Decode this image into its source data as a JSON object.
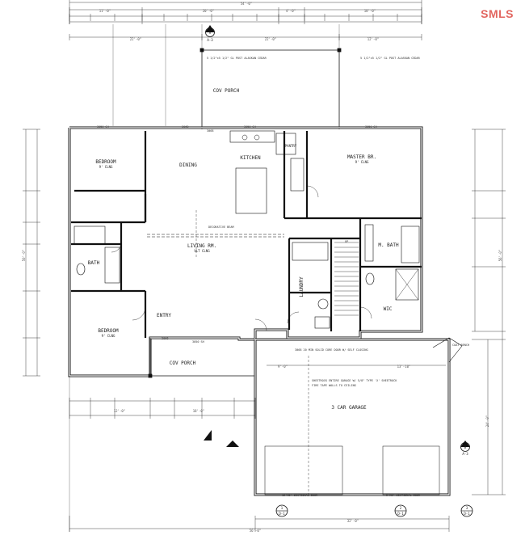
{
  "watermark": "SMLS",
  "rooms": {
    "cov_porch_top": "COV PORCH",
    "kitchen": "KITCHEN",
    "pantry": "PANTRY",
    "dining": "DINING",
    "master_br": "MASTER BR.",
    "master_br_clg": "9' CLNG",
    "bedroom_top": "BEDROOM",
    "bedroom_top_clg": "9' CLNG",
    "bath": "BATH",
    "living_rm": "LIVING RM.",
    "living_rm_clg": "VLT CLNG",
    "m_bath": "M. BATH",
    "wic": "WIC",
    "laundry": "LAUNDRY",
    "bedroom_bottom": "BEDROOM",
    "bedroom_bottom_clg": "9' CLNG",
    "entry": "ENTRY",
    "cov_porch_bottom": "COV PORCH",
    "garage": "3 CAR GARAGE"
  },
  "dimensions": {
    "overall_width": "54'-0\"",
    "top_left": "11'-0\"",
    "top_mid": "20'-0\"",
    "top_mid2": "4'-0\"",
    "top_right": "18'-0\"",
    "porch_span_left": "22'-0\"",
    "porch_span_right": "22'-0\"",
    "porch_right": "12'-0\"",
    "left_total": "50'-0\"",
    "right_total": "56'-0\"",
    "garage_depth": "24'-0\"",
    "garage_width": "32'-0\"",
    "bottom_total": "56'-0\"",
    "bottom_left": "12'-0\"",
    "bottom_mid": "18'-0\"",
    "garage_sub_left": "9'-0\"",
    "garage_sub_right": "13'-10\""
  },
  "notes": {
    "post_left": "5 1/2\"x5 1/2\" GL POST ALASKAN CEDAR",
    "post_right": "5 1/2\"x5 1/2\" GL POST ALASKAN CEDAR",
    "beam": "DECORATIVE BEAM",
    "garage_note_1": "SHEETROCK ENTIRE GARAGE W/ 5/8\" TYPE 'X' SHEETROCK",
    "garage_note_2": "FIRE TAPE WALLS TO CEILING",
    "door_note": "3068 20 MIN SOLID CORE DOOR W/ SELF CLOSING",
    "coat_label": "COAT BENCH",
    "up_label": "UP",
    "sectional_left": "16'X8' SECTIONAL DOOR",
    "sectional_right": "9'X8' SECTIONAL DOOR",
    "win1": "3050 SH",
    "win2": "2068",
    "win3": "3068",
    "win4": "3050 SH",
    "win5": "3050 SH",
    "win6": "3068",
    "win7": "3050 SH"
  },
  "markers": {
    "sec_a": "A",
    "sec_a_sub": "A-3",
    "sec_b": "B",
    "sec_b_sub": "A-3",
    "det_1": "1",
    "det_1_sub": "D-1",
    "det_2": "2",
    "det_2_sub": "D-1",
    "det_3": "3",
    "det_3_sub": "D-1"
  }
}
